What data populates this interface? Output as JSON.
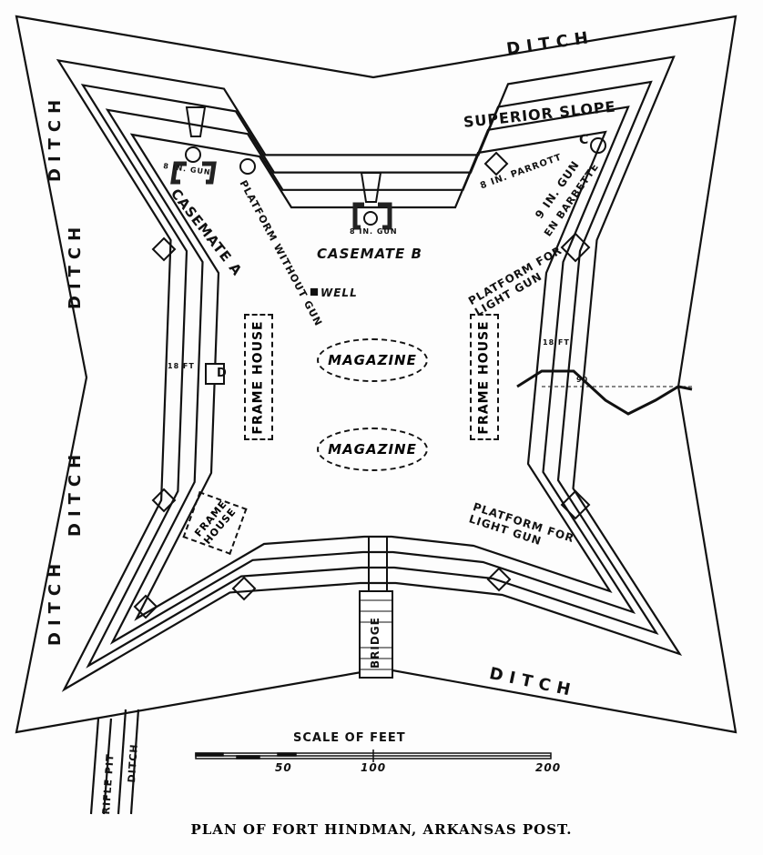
{
  "title": "PLAN OF FORT HINDMAN, ARKANSAS POST.",
  "ditch_labels": [
    "DITCH",
    "DITCH",
    "DITCH",
    "DITCH",
    "DITCH",
    "DITCH"
  ],
  "labels": {
    "superior_slope": "SUPERIOR SLOPE",
    "casemate_a": "CASEMATE A",
    "casemate_b": "CASEMATE B",
    "gun_a": "8 IN. GUN",
    "gun_b": "8 IN. GUN",
    "platform_without_gun": "PLATFORM WITHOUT GUN",
    "parrott": "8 IN. PARROTT",
    "nine_in_gun": "9 IN. GUN",
    "en_barbette": "EN BARBETTE",
    "platform_light_gun_1": "PLATFORM FOR LIGHT GUN",
    "platform_light_gun_2": "PLATFORM FOR LIGHT GUN",
    "well": "WELL",
    "magazine_1": "MAGAZINE",
    "magazine_2": "MAGAZINE",
    "frame_house_left": "FRAME HOUSE",
    "frame_house_right": "FRAME HOUSE",
    "frame_house_small": "FRAME HOUSE",
    "depth_left": "18 FT",
    "depth_right": "18 FT",
    "marker_d": "D",
    "marker_c": "C",
    "bridge": "BRIDGE",
    "rifle_pit": "RIFLE PIT",
    "outer_ditch": "DITCH",
    "profile_mark": "90"
  },
  "scale": {
    "title": "SCALE OF FEET",
    "ticks": [
      "50",
      "100",
      "200"
    ]
  }
}
